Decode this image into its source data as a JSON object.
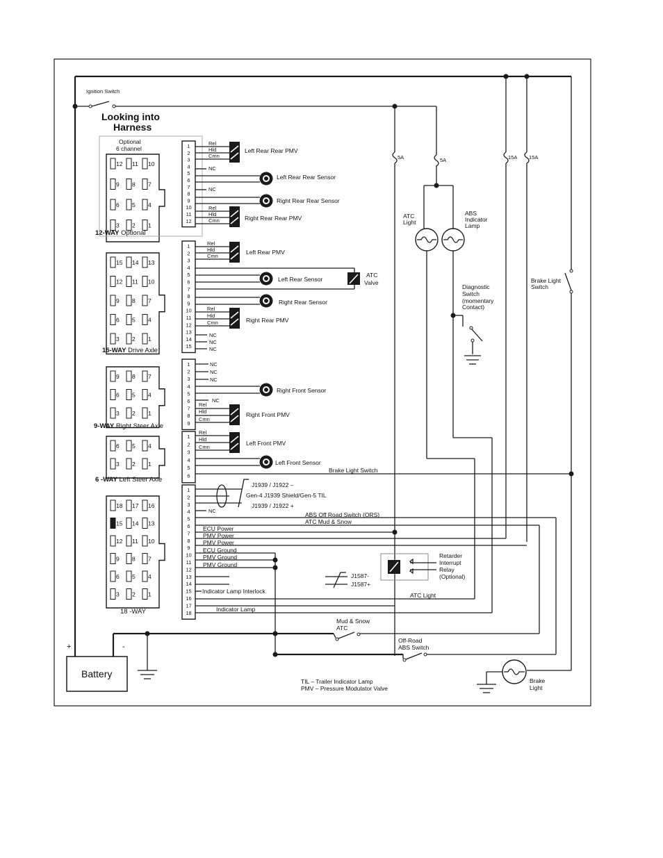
{
  "title": [
    "Looking into",
    "Harness"
  ],
  "labels": {
    "ignition_switch": "Ignition Switch",
    "battery": "Battery",
    "plus": "+",
    "minus": "-",
    "fuse_5a": "5A",
    "fuse_15a": "15A",
    "atc_light": [
      "ATC",
      "Light"
    ],
    "abs_lamp": [
      "ABS",
      "Indicator",
      "Lamp"
    ],
    "atc_valve": [
      "ATC",
      "Valve"
    ],
    "diag_switch": [
      "Diagnostic",
      "Switch",
      "(momentary",
      "Contact)"
    ],
    "brake_light_switch": [
      "Brake Light",
      "Switch"
    ],
    "brake_light": [
      "Brake",
      "Light"
    ],
    "retarder": [
      "Retarder",
      "Interrupt",
      "Relay",
      "(Optional)"
    ],
    "mud_snow_atc": [
      "Mud & Snow",
      "ATC"
    ],
    "offroad_abs": [
      "Off-Road",
      "ABS Switch"
    ],
    "notes": [
      "TIL – Trailer Indicator Lamp",
      "PMV – Pressure Modulator Valve"
    ]
  },
  "connectors": {
    "c12": {
      "title": [
        "Optional",
        "6 channel"
      ],
      "bold": "12-WAY",
      "rest": " Optional",
      "pins": [
        [
          "12",
          "11",
          "10"
        ],
        [
          "9",
          "8",
          "7"
        ],
        [
          "6",
          "5",
          "4"
        ],
        [
          "3",
          "2",
          "1"
        ]
      ]
    },
    "c15": {
      "bold": "15-WAY",
      "rest": " Drive Axle",
      "pins": [
        [
          "15",
          "14",
          "13"
        ],
        [
          "12",
          "11",
          "10"
        ],
        [
          "9",
          "8",
          "7"
        ],
        [
          "6",
          "5",
          "4"
        ],
        [
          "3",
          "2",
          "1"
        ]
      ]
    },
    "c9": {
      "bold": "9-WAY",
      "rest": " Right Steer Axle",
      "pins": [
        [
          "9",
          "8",
          "7"
        ],
        [
          "6",
          "5",
          "4"
        ],
        [
          "3",
          "2",
          "1"
        ]
      ]
    },
    "c6": {
      "bold": "6 -WAY",
      "rest": " Left Steer Axle",
      "pins": [
        [
          "6",
          "5",
          "4"
        ],
        [
          "3",
          "2",
          "1"
        ]
      ]
    },
    "c18": {
      "bold": "",
      "rest": "18 -WAY",
      "pins": [
        [
          "18",
          "17",
          "16"
        ],
        [
          "15",
          "14",
          "13"
        ],
        [
          "12",
          "11",
          "10"
        ],
        [
          "9",
          "8",
          "7"
        ],
        [
          "6",
          "5",
          "4"
        ],
        [
          "3",
          "2",
          "1"
        ]
      ]
    }
  },
  "harness": {
    "h12": {
      "pins": [
        "1",
        "2",
        "3",
        "4",
        "5",
        "6",
        "7",
        "8",
        "9",
        "10",
        "11",
        "12"
      ]
    },
    "h15": {
      "pins": [
        "1",
        "2",
        "3",
        "4",
        "5",
        "6",
        "7",
        "8",
        "9",
        "10",
        "11",
        "12",
        "13",
        "14",
        "15"
      ]
    },
    "h9": {
      "pins": [
        "1",
        "2",
        "3",
        "4",
        "5",
        "6",
        "7",
        "8",
        "9"
      ]
    },
    "h6": {
      "pins": [
        "1",
        "2",
        "3",
        "4",
        "5",
        "6"
      ]
    },
    "h18": {
      "pins": [
        "1",
        "2",
        "3",
        "4",
        "5",
        "6",
        "7",
        "8",
        "9",
        "10",
        "11",
        "12",
        "13",
        "14",
        "15",
        "16",
        "17",
        "18"
      ]
    }
  },
  "wire_labels": {
    "rel": "Rel",
    "hld": "Hld",
    "cmn": "Cmn",
    "nc": "NC",
    "left_rear_rear_pmv": "Left Rear Rear PMV",
    "left_rear_rear_sensor": "Left Rear Rear Sensor",
    "right_rear_rear_sensor": "Right Rear Rear Sensor",
    "right_rear_rear_pmv": "Right Rear Rear PMV",
    "left_rear_pmv": "Left Rear PMV",
    "left_rear_sensor": "Left Rear Sensor",
    "right_rear_sensor": "Right Rear Sensor",
    "right_rear_pmv": "Right Rear PMV",
    "right_front_sensor": "Right Front Sensor",
    "right_front_pmv": "Right Front PMV",
    "left_front_pmv": "Left Front PMV",
    "left_front_sensor": "Left Front Sensor",
    "brake_light_switch_wire": "Brake Light Switch",
    "j1939_minus": "J1939 / J1922 –",
    "shield": "Gen-4 J1939 Shield/Gen-5 TIL",
    "j1939_plus": "J1939 / J1922 +",
    "abs_ors": "ABS Off Road Switch (ORS)",
    "atc_mud": "ATC Mud & Snow",
    "ecu_power": "ECU Power",
    "pmv_power1": "PMV Power",
    "pmv_power2": "PMV Power",
    "ecu_ground": "ECU Ground",
    "pmv_ground1": "PMV Ground",
    "pmv_ground2": "PMV Ground",
    "j1587_minus": "J1587-",
    "j1587_plus": "J1587+",
    "indicator_interlock": "Indicator Lamp Interlock",
    "atc_light_wire": "ATC Light",
    "indicator_lamp": "Indicator Lamp"
  }
}
